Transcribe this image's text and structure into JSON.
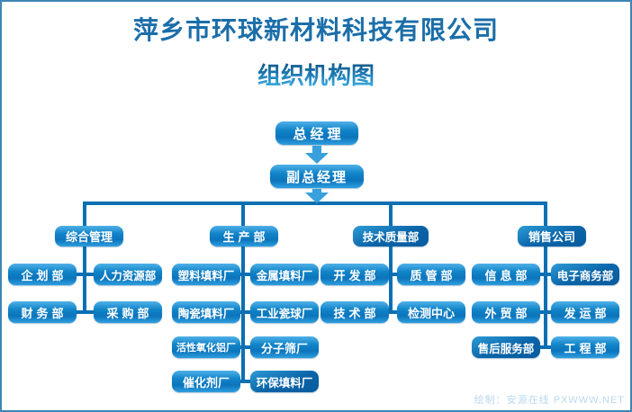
{
  "header": {
    "company_title": "萍乡市环球新材料科技有限公司",
    "chart_title": "组织机构图"
  },
  "watermark": {
    "credit": "绘制：安源在线 PXWWW.NET"
  },
  "colors": {
    "canvas_border": "#3E85B6",
    "title_text": "#1B6EA9",
    "subtitle_gradient_top": "#0F527F",
    "subtitle_gradient_bottom": "#45B8E9",
    "connector_line": "#0B6FB4",
    "box_gradient_light": "#50B1E8",
    "box_gradient_main": "#0E7ABF",
    "box_dark_variant": "#0A64A8",
    "box_text": "#FFFFFF",
    "arrow": "#38A0DC",
    "watermark_text": "#B8D9EE"
  },
  "org": {
    "root": {
      "label": "总经理"
    },
    "deputy": {
      "label": "副总经理"
    },
    "sections": [
      {
        "label": "综合管理",
        "dark": false,
        "rows": [
          [
            {
              "label": "企划部"
            },
            {
              "label": "人力资源部"
            }
          ],
          [
            {
              "label": "财务部"
            },
            {
              "label": "采购部"
            }
          ]
        ]
      },
      {
        "label": "生产部",
        "dark": false,
        "rows": [
          [
            {
              "label": "塑料填料厂"
            },
            {
              "label": "金属填料厂"
            }
          ],
          [
            {
              "label": "陶瓷填料厂"
            },
            {
              "label": "工业瓷球厂"
            }
          ],
          [
            {
              "label": "活性氧化铝厂"
            },
            {
              "label": "分子筛厂"
            }
          ],
          [
            {
              "label": "催化剂厂"
            },
            {
              "label": "环保填料厂",
              "dark": true
            }
          ]
        ]
      },
      {
        "label": "技术质量部",
        "dark": true,
        "rows": [
          [
            {
              "label": "开发部"
            },
            {
              "label": "质管部"
            }
          ],
          [
            {
              "label": "技术部"
            },
            {
              "label": "检测中心"
            }
          ]
        ]
      },
      {
        "label": "销售公司",
        "dark": true,
        "rows": [
          [
            {
              "label": "信息部"
            },
            {
              "label": "电子商务部",
              "dark": true
            }
          ],
          [
            {
              "label": "外贸部"
            },
            {
              "label": "发运部"
            }
          ],
          [
            {
              "label": "售后服务部",
              "dark": true
            },
            {
              "label": "工程部"
            }
          ]
        ]
      }
    ]
  }
}
